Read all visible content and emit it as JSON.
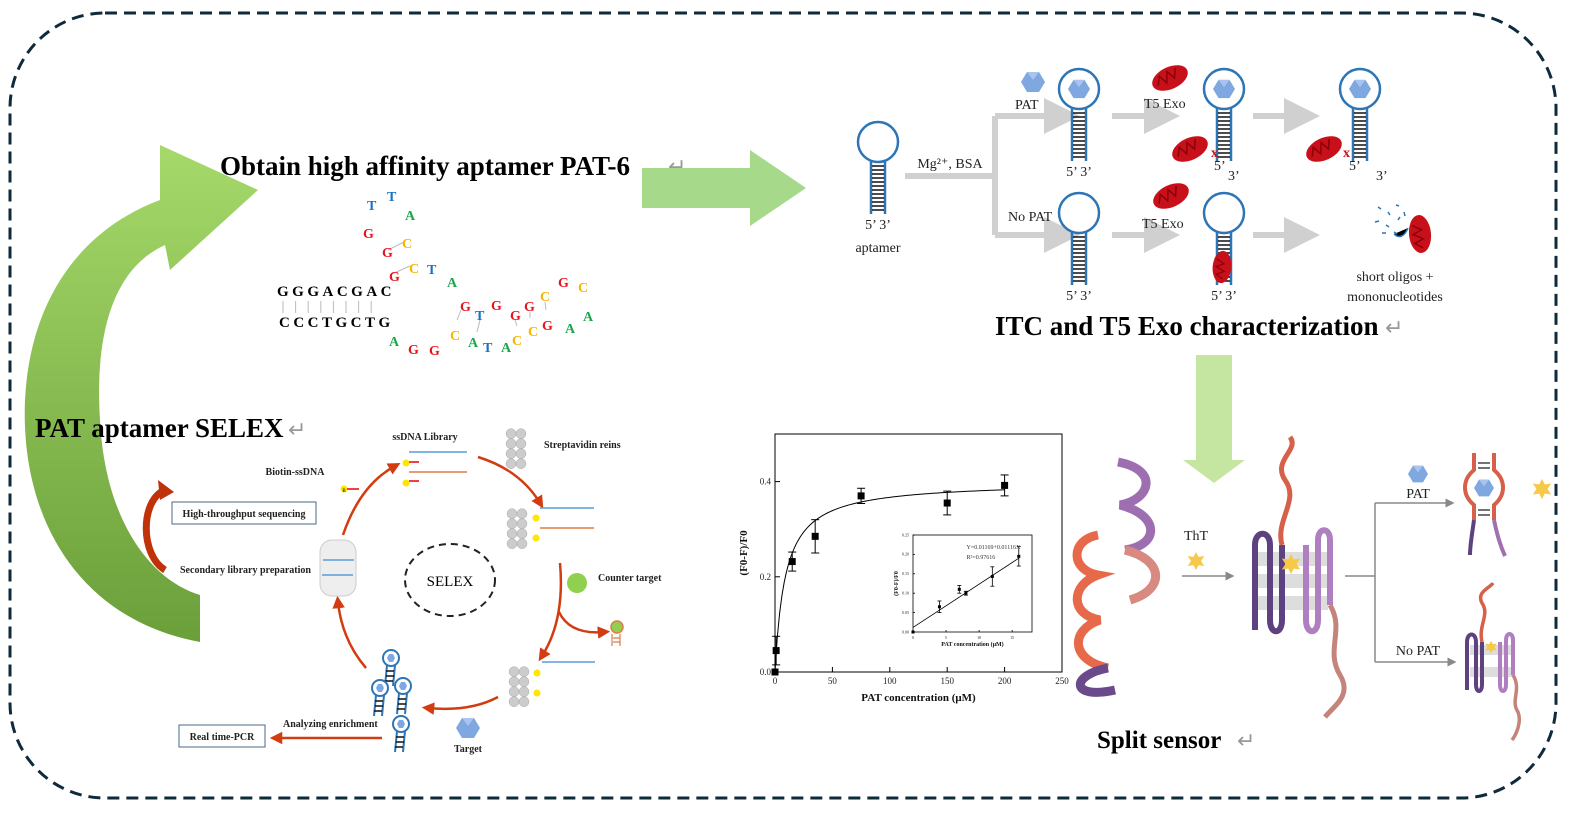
{
  "colors": {
    "frame": "#0f2a3a",
    "green_arrow_light": "#a6d96a",
    "green_arrow_dark": "#6a9f3a",
    "aptamer_blue": "#2e75b6",
    "enzyme_red": "#c8101a",
    "selex_arrow": "#d23c10",
    "target_blue": "#7fa7e0",
    "base_G": "#e8141c",
    "base_C": "#f7b500",
    "base_T": "#1a72c4",
    "base_A": "#1aa64a"
  },
  "sections": {
    "aptamer_title": "Obtain high affinity aptamer PAT-6",
    "selex_title": "PAT aptamer SELEX",
    "itc_title": "ITC and T5 Exo characterization",
    "split_title": "Split sensor",
    "return_mark": "↵"
  },
  "aptamer_structure": {
    "stem_top": "GGGACGAC",
    "stem_bottom": "CCCTGCTG",
    "loop_bases": [
      "T",
      "T",
      "A",
      "G",
      "G",
      "C",
      "G",
      "C",
      "T",
      "A",
      "G",
      "T",
      "G",
      "G",
      "G",
      "C",
      "G",
      "C",
      "A",
      "A",
      "G",
      "C",
      "C",
      "A",
      "T",
      "A",
      "C",
      "G",
      "G",
      "A"
    ]
  },
  "selex": {
    "center_label": "SELEX",
    "ssdna_library": "ssDNA Library",
    "streptavidin": "Streptavidin reins",
    "biotin_ssdna": "Biotin-ssDNA",
    "hts": "High-throughput sequencing",
    "secondary": "Secondary library preparation",
    "counter_target": "Counter target",
    "analyzing": "Analyzing enrichment",
    "rtpcr": "Real time-PCR",
    "target": "Target",
    "biotin_mark": "B"
  },
  "t5exo": {
    "mg_bsa": "Mg²⁺, BSA",
    "pat": "PAT",
    "no_pat": "No PAT",
    "t5": "T5 Exo",
    "ends": "5’ 3’",
    "five": "5’",
    "three": "3’",
    "aptamer": "aptamer",
    "short_oligos": "short oligos +",
    "mononucleotides": "mononucleotides"
  },
  "split": {
    "tht": "ThT",
    "pat": "PAT",
    "no_pat": "No PAT"
  },
  "chart_data": [
    {
      "type": "scatter",
      "xlabel": "PAT concentration (μM)",
      "ylabel": "(F0-F)/F0",
      "xlim": [
        0,
        250
      ],
      "ylim": [
        0,
        0.5
      ],
      "xticks": [
        0,
        50,
        100,
        150,
        200,
        250
      ],
      "yticks": [
        0.0,
        0.2,
        0.4
      ],
      "x": [
        0,
        1,
        15,
        35,
        75,
        150,
        200
      ],
      "y": [
        0.0,
        0.045,
        0.232,
        0.285,
        0.37,
        0.355,
        0.392
      ],
      "error": [
        0.0,
        0.03,
        0.02,
        0.035,
        0.016,
        0.025,
        0.022
      ],
      "fit_line": true,
      "grid": false
    },
    {
      "type": "scatter",
      "xlabel": "PAT concentration (μM)",
      "ylabel": "(F0-F)/F0",
      "xlim": [
        0,
        18
      ],
      "ylim": [
        0,
        0.25
      ],
      "xticks": [
        0,
        5,
        10,
        15
      ],
      "yticks": [
        0.0,
        0.05,
        0.1,
        0.15,
        0.2,
        0.25
      ],
      "x": [
        0,
        4,
        7,
        8,
        12,
        16
      ],
      "y": [
        0.0,
        0.065,
        0.11,
        0.1,
        0.143,
        0.195
      ],
      "error": [
        0.0,
        0.015,
        0.01,
        0.005,
        0.025,
        0.025
      ],
      "equation": "Y=0.01169+0.01116X",
      "r_squared": "R²=0.97616",
      "fit_line": true,
      "grid": false
    }
  ]
}
